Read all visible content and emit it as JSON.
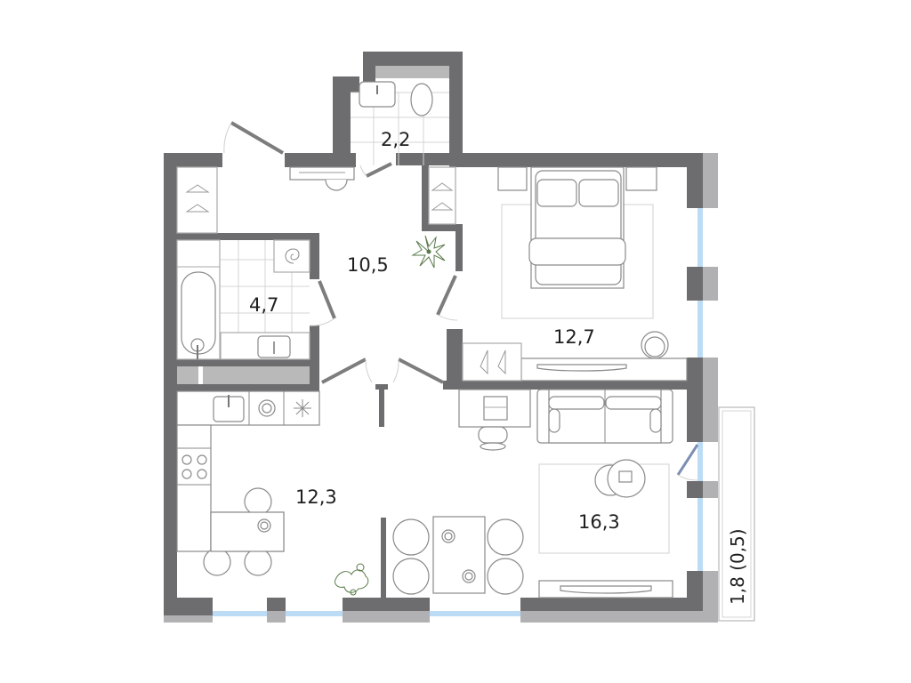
{
  "plan": {
    "type": "apartment-floor-plan",
    "colors": {
      "wall": "#6d6d6f",
      "wall_outer": "#b1b1b3",
      "glass": "#bcdcf5",
      "furniture_stroke": "#8a8a8a",
      "plant": "#5a7a4a"
    },
    "rooms": [
      {
        "id": "wc",
        "name": "toilet",
        "area": "2,2"
      },
      {
        "id": "hall",
        "name": "hallway",
        "area": "10,5"
      },
      {
        "id": "bathroom",
        "name": "bathroom",
        "area": "4,7"
      },
      {
        "id": "bedroom",
        "name": "bedroom",
        "area": "12,7"
      },
      {
        "id": "kitchen",
        "name": "kitchen",
        "area": "12,3"
      },
      {
        "id": "living",
        "name": "living-room",
        "area": "16,3"
      }
    ],
    "balcony": {
      "name": "balcony",
      "label": "1,8 (0,5)"
    }
  }
}
